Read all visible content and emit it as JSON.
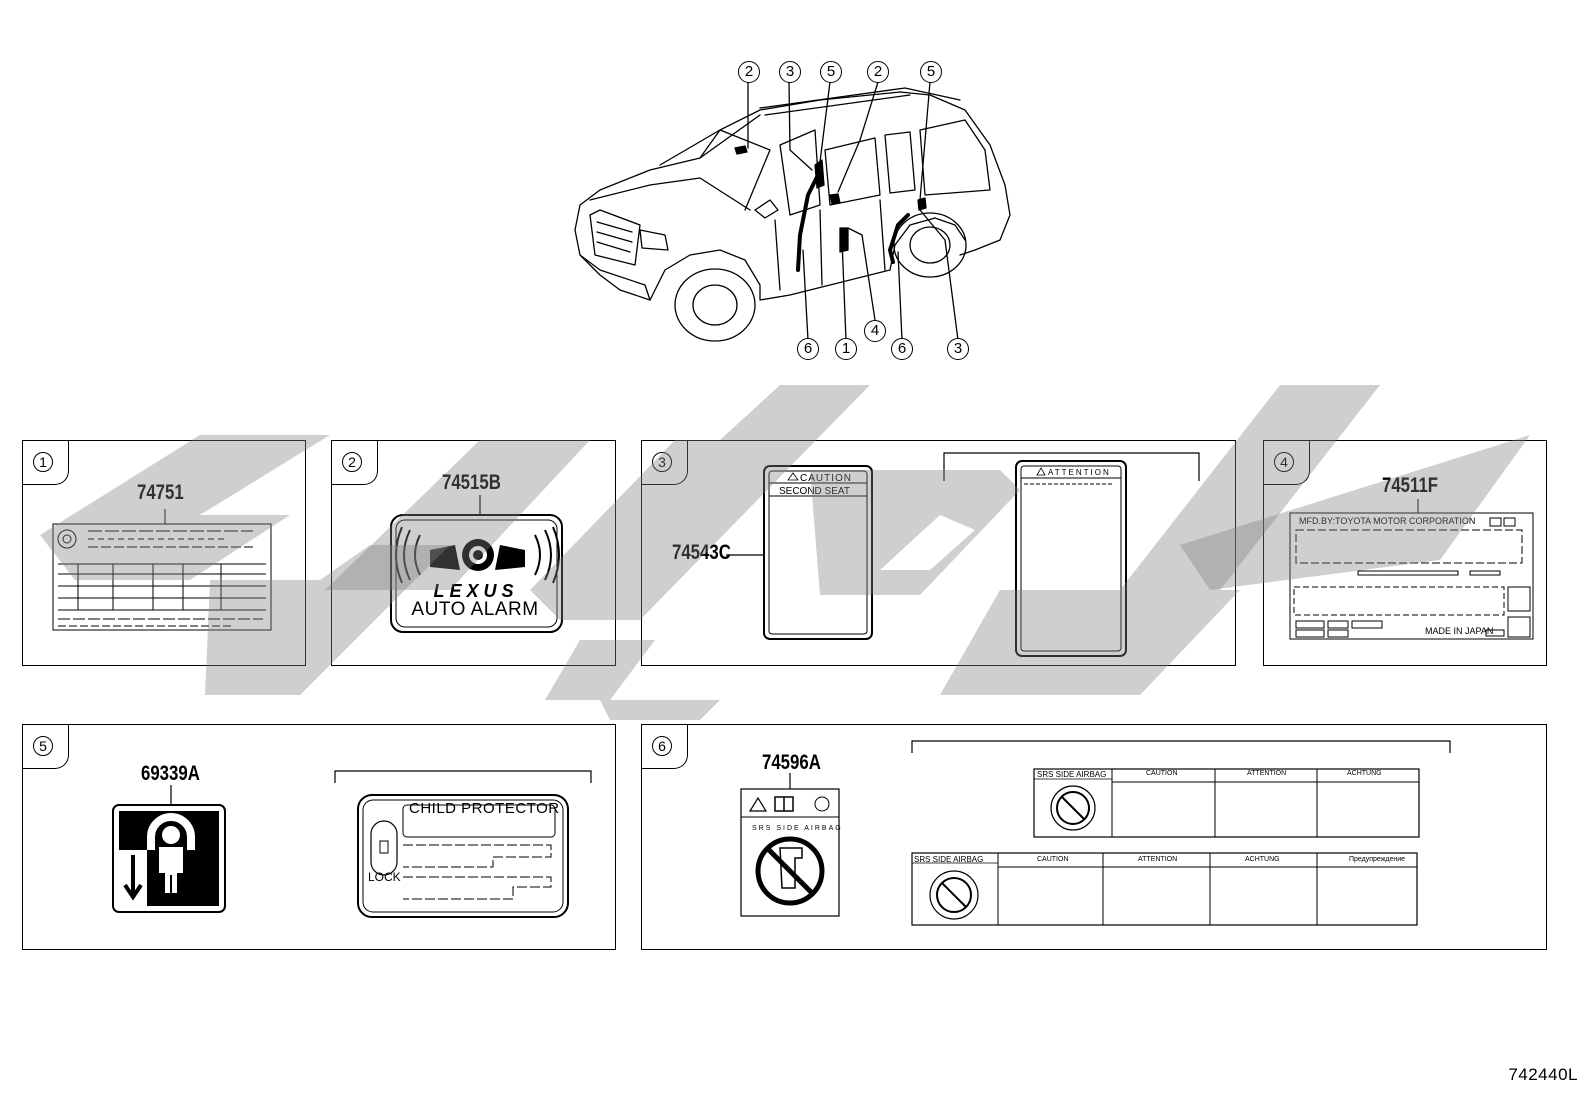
{
  "callouts": {
    "top": [
      "2",
      "3",
      "5",
      "2",
      "5"
    ],
    "bottom": [
      "6",
      "1",
      "4",
      "6",
      "3"
    ]
  },
  "panels": [
    {
      "index": "1",
      "part": "74751"
    },
    {
      "index": "2",
      "part": "74515B",
      "brand": "LEXUS",
      "text": "AUTO ALARM"
    },
    {
      "index": "3",
      "part": "74543C",
      "caution_title": "CAUTION",
      "caution_sub": "SECOND SEAT",
      "attention_title": "ATTENTION"
    },
    {
      "index": "4",
      "part": "74511F",
      "maker": "MFD.BY:TOYOTA MOTOR CORPORATION",
      "origin": "MADE IN JAPAN"
    },
    {
      "index": "5",
      "part": "69339A",
      "child_protector": "CHILD PROTECTOR",
      "lock": "LOCK"
    },
    {
      "index": "6",
      "part": "74596A",
      "srs": "SRS SIDE AIRBAG",
      "variant_a": [
        "CAUTION",
        "ATTENTION",
        "ACHTUNG"
      ],
      "variant_b": [
        "CAUTION",
        "ATTENTION",
        "ACHTUNG",
        "Предупреждение"
      ]
    }
  ],
  "diagram_code": "742440L",
  "icons": [
    "car-line-drawing",
    "tire-icon",
    "alarm-speaker-icon",
    "child-lock-icon",
    "warning-triangle-icon",
    "manual-book-icon",
    "no-child-seat-icon"
  ]
}
